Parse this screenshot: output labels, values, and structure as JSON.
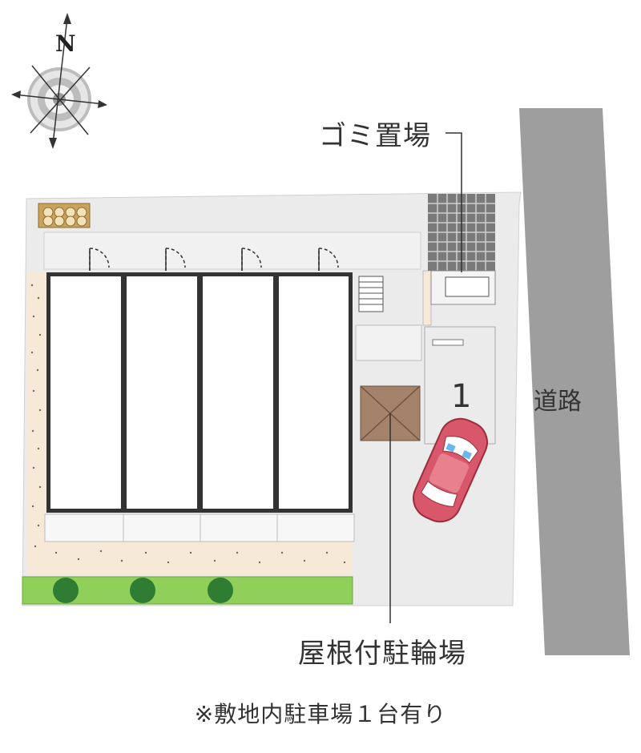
{
  "compass": {
    "north_label": "N",
    "icon": "compass-rose-icon"
  },
  "labels": {
    "garbage_area": "ゴミ置場",
    "road": "道路",
    "covered_bicycle_parking": "屋根付駐輪場",
    "parking_space_number": "1"
  },
  "note": "※敷地内駐車場１台有り",
  "colors": {
    "road": "#9e9e9e",
    "site_ground": "#ebebeb",
    "building_wall": "#333333",
    "gravel": "#f6e9d8",
    "lawn": "#8fcf5a",
    "tree": "#2e7d32",
    "bicycle_roof": "#a5836b",
    "car": "#d9576a"
  },
  "units_count": 4
}
